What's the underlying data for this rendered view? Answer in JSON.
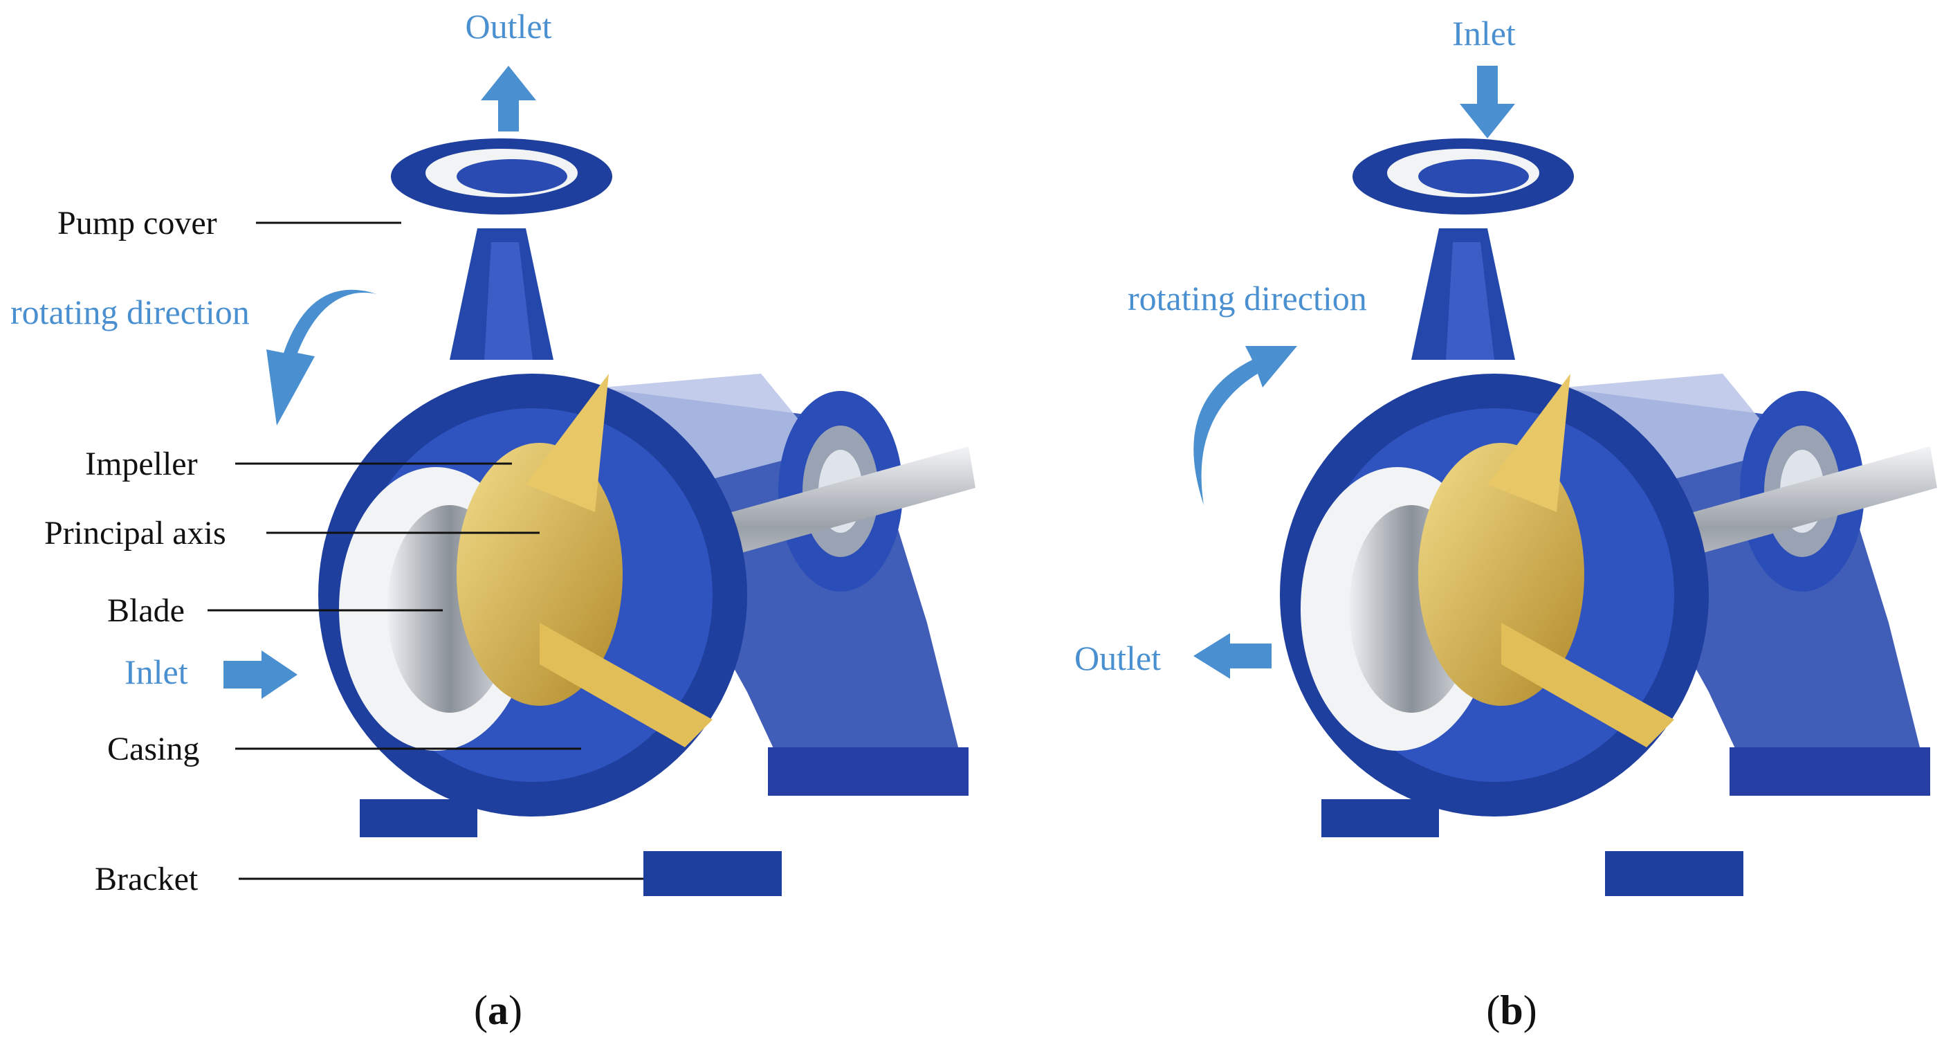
{
  "panel_a": {
    "caption_open": "(",
    "caption_letter": "a",
    "caption_close": ")",
    "outlet": "Outlet",
    "inlet": "Inlet",
    "rotating_direction": "rotating direction",
    "labels": {
      "pump_cover": "Pump cover",
      "impeller": "Impeller",
      "principal_axis": "Principal axis",
      "blade": "Blade",
      "casing": "Casing",
      "bracket": "Bracket"
    }
  },
  "panel_b": {
    "caption_open": "(",
    "caption_letter": "b",
    "caption_close": ")",
    "inlet": "Inlet",
    "outlet": "Outlet",
    "rotating_direction": "rotating direction"
  },
  "colors": {
    "arrow_blue": "#4a90d0",
    "pump_blue": "#1f3f9e",
    "pump_blue_dark": "#132a70",
    "impeller_gold": "#d9b24a",
    "shaft_silver": "#c8cbd0"
  }
}
